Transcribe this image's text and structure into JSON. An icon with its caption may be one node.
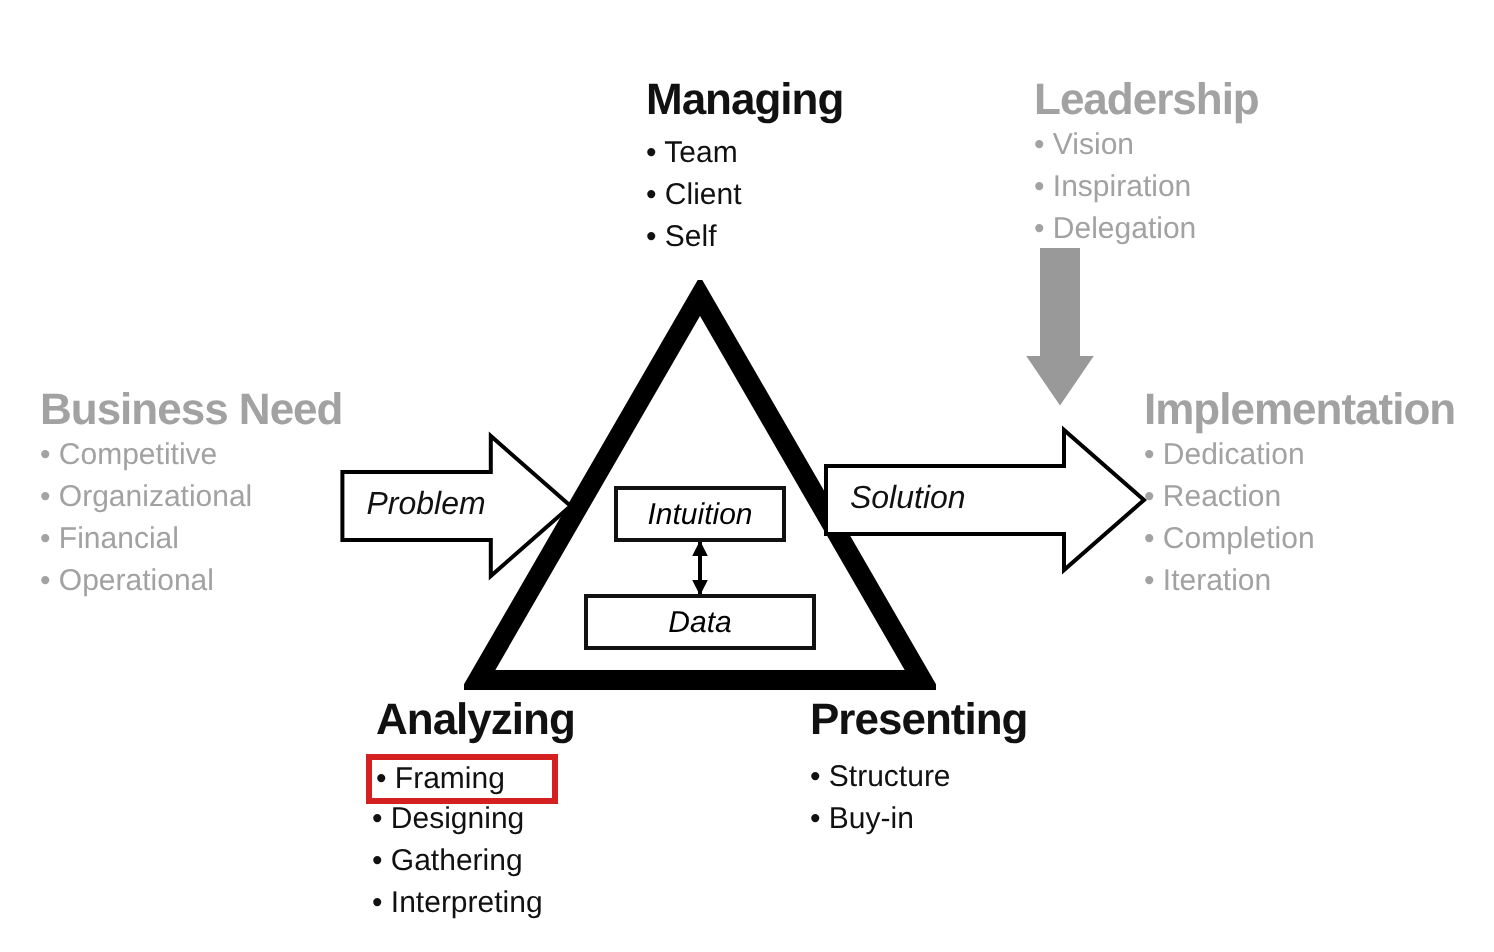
{
  "diagram": {
    "nodes": [
      {
        "text": [
          "Business Need",
          "• Competitive",
          "• Organizational",
          "• Financial",
          "• Operational"
        ]
      },
      {
        "text": [],
        "shape": "triangle"
      },
      {
        "text": [
          "Intuition"
        ],
        "in": 1
      },
      {
        "text": [
          "Data"
        ],
        "in": 1
      },
      {
        "text": [
          "Leadership",
          "• Vision",
          "• Inspiration",
          "• Delegation"
        ]
      },
      {
        "text": [
          "Implementation",
          "• Dedication",
          "• Reaction",
          "• Completion",
          "• Iteration"
        ]
      },
      {
        "text": [
          "• Framing"
        ]
      }
    ],
    "edges": [
      {
        "from": 0,
        "to": 1,
        "arrow": "to",
        "label": "Problem",
        "style": "thick"
      },
      {
        "from": 2,
        "to": 3,
        "arrow": "both"
      },
      {
        "from": 1,
        "to": 5,
        "arrow": "to",
        "label": "Solution",
        "style": "thick"
      },
      {
        "from": 4,
        "to": 5,
        "arrow": "to",
        "style": "thick",
        "color": "#999999"
      }
    ],
    "labels": [
      "Managing",
      "• Team",
      "• Client",
      "• Self",
      "Analyzing",
      "• Designing",
      "• Gathering",
      "• Interpreting",
      "Presenting",
      "• Structure",
      "• Buy-in"
    ]
  }
}
